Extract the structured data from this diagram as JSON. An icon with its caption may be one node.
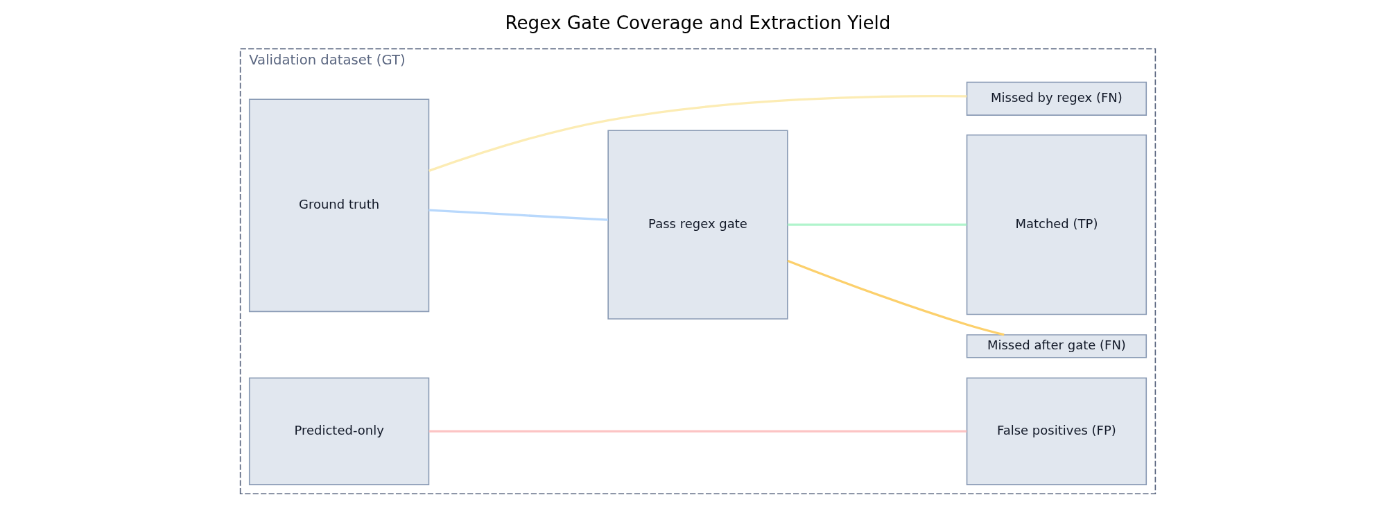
{
  "diagram": {
    "title": "Regex Gate Coverage and Extraction Yield",
    "nodes": [
      {
        "text": [
          "Validation dataset (GT)"
        ]
      },
      {
        "text": [
          "Ground truth"
        ],
        "in": 0
      },
      {
        "text": [
          "Predicted-only"
        ],
        "in": 0
      },
      {
        "text": [
          "Pass regex gate"
        ],
        "in": 0
      },
      {
        "text": [
          "False positives (FP)"
        ],
        "in": 0
      },
      {
        "text": [
          "Missed by regex (FN)"
        ],
        "in": 0
      },
      {
        "text": [
          "Missed after gate (FN)"
        ],
        "in": 0
      },
      {
        "text": [
          "Matched (TP)"
        ],
        "in": 0
      }
    ],
    "edges": [
      {
        "from": 1,
        "to": 5,
        "arrow": "none",
        "color": "#fcecb4"
      },
      {
        "from": 1,
        "to": 3,
        "arrow": "none",
        "color": "#b8d8fc"
      },
      {
        "from": 2,
        "to": 4,
        "arrow": "none",
        "color": "#fcc4c4"
      },
      {
        "from": 3,
        "to": 6,
        "arrow": "none",
        "color": "#fcd06c"
      },
      {
        "from": 3,
        "to": 7,
        "arrow": "none",
        "color": "#b0f4cc"
      }
    ]
  }
}
